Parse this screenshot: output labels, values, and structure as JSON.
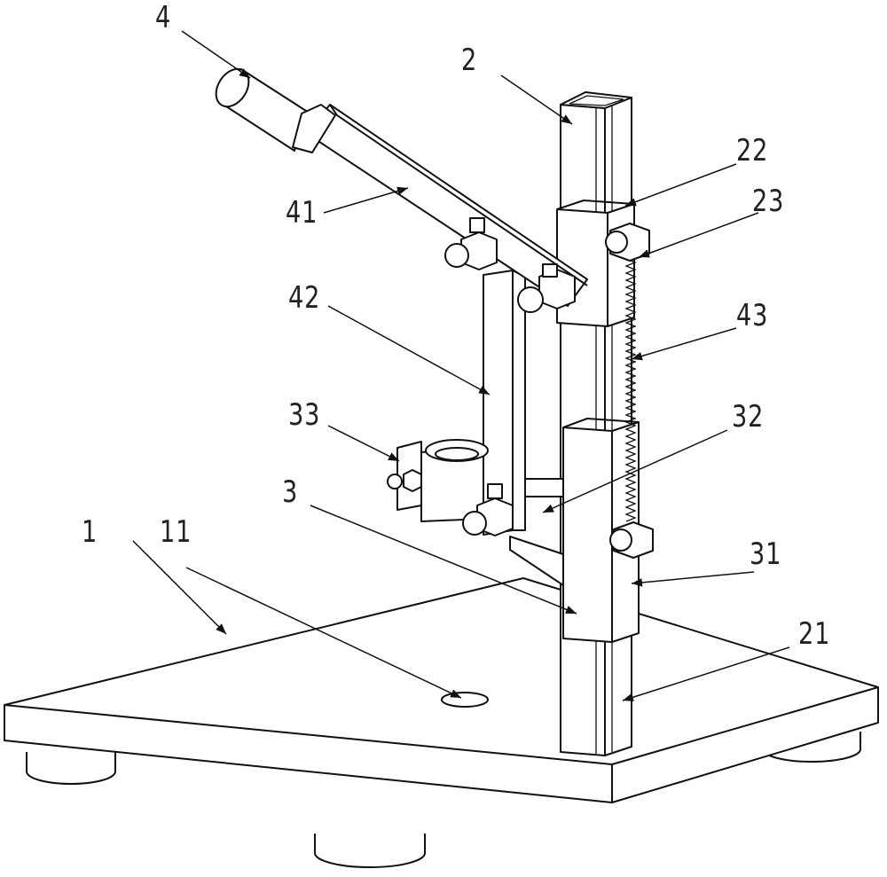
{
  "figure": {
    "labels": {
      "l4": "4",
      "l2": "2",
      "l22": "22",
      "l23": "23",
      "l41": "41",
      "l42": "42",
      "l43": "43",
      "l33": "33",
      "l32": "32",
      "l3": "3",
      "l11": "11",
      "l1": "1",
      "l31": "31",
      "l21": "21"
    }
  }
}
